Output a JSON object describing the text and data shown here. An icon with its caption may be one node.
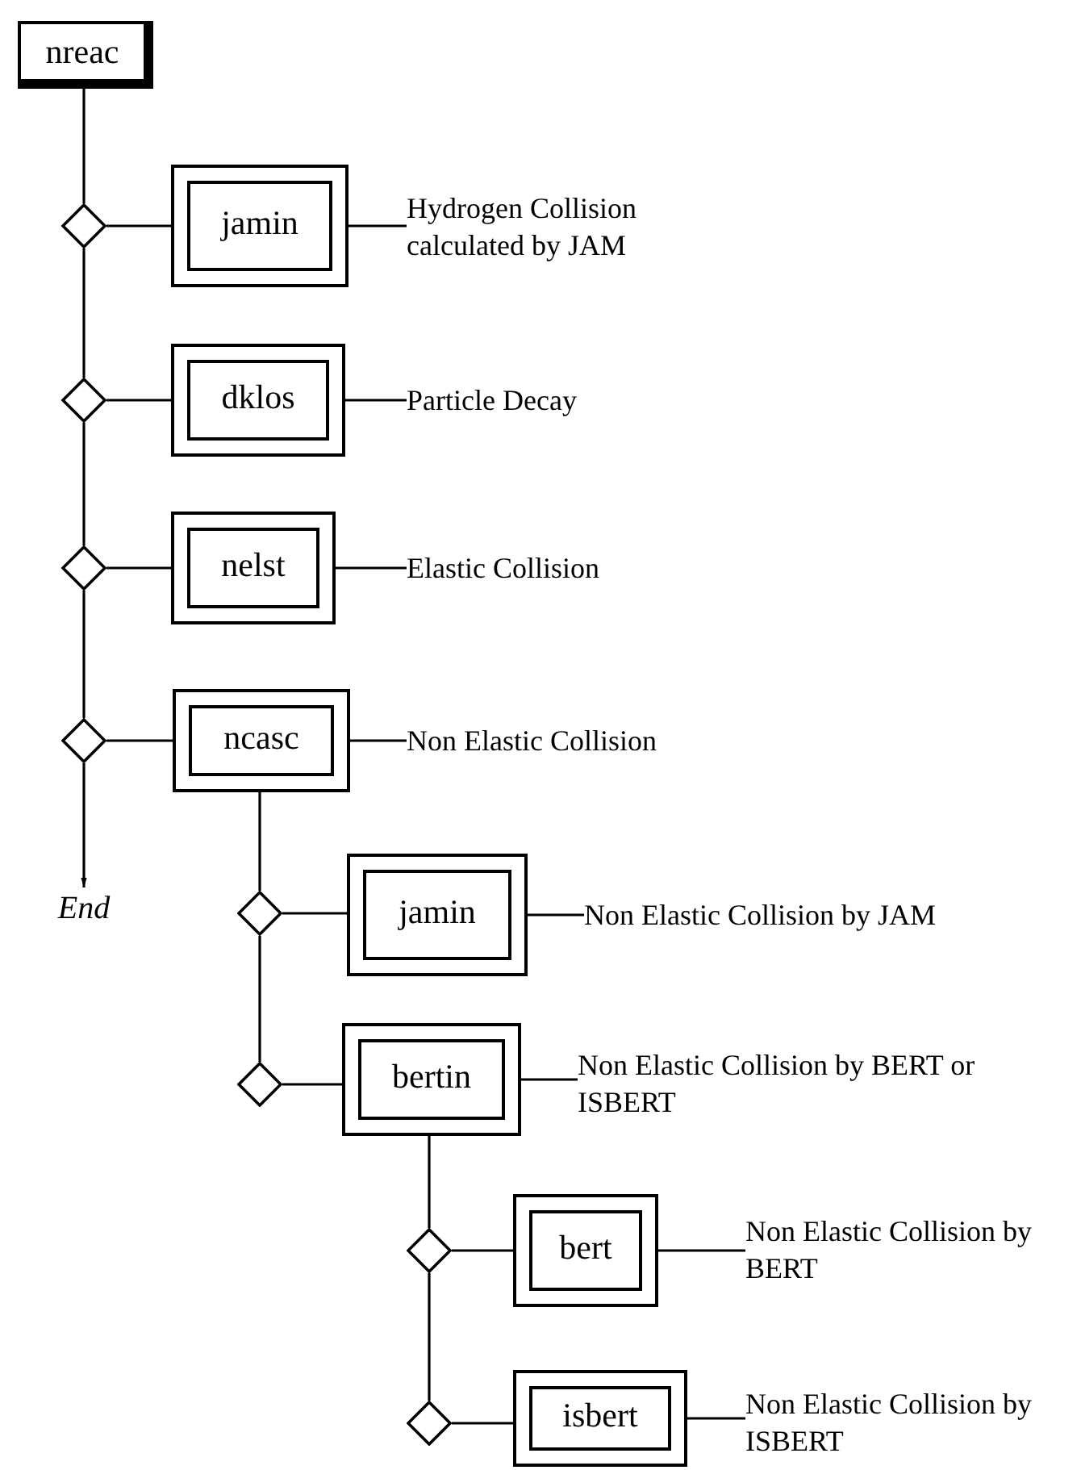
{
  "diagram": {
    "nodes": [
      {
        "text": [
          "nreac"
        ]
      },
      {
        "text": [],
        "shape": "diamond"
      },
      {
        "text": [
          "jamin"
        ]
      },
      {
        "text": [
          "Hydrogen Collision calculated by JAM"
        ]
      },
      {
        "text": [],
        "shape": "diamond"
      },
      {
        "text": [
          "dklos"
        ]
      },
      {
        "text": [
          "Particle Decay"
        ]
      },
      {
        "text": [],
        "shape": "diamond"
      },
      {
        "text": [
          "nelst"
        ]
      },
      {
        "text": [
          "Elastic Collision"
        ]
      },
      {
        "text": [],
        "shape": "diamond"
      },
      {
        "text": [
          "ncasc"
        ]
      },
      {
        "text": [
          "Non Elastic Collision"
        ]
      },
      {
        "text": [
          "End"
        ]
      },
      {
        "text": [],
        "shape": "diamond"
      },
      {
        "text": [
          "jamin"
        ]
      },
      {
        "text": [
          "Non Elastic Collision by JAM"
        ]
      },
      {
        "text": [],
        "shape": "diamond"
      },
      {
        "text": [
          "bertin"
        ]
      },
      {
        "text": [
          "Non Elastic Collision by BERT or ISBERT"
        ]
      },
      {
        "text": [],
        "shape": "diamond"
      },
      {
        "text": [
          "bert"
        ]
      },
      {
        "text": [
          "Non Elastic Collision by BERT"
        ]
      },
      {
        "text": [],
        "shape": "diamond"
      },
      {
        "text": [
          "isbert"
        ]
      },
      {
        "text": [
          "Non Elastic Collision by ISBERT"
        ]
      }
    ],
    "edges": [
      {
        "from": 0,
        "to": 1,
        "arrow": "none"
      },
      {
        "from": 1,
        "to": 2,
        "arrow": "none"
      },
      {
        "from": 2,
        "to": 3,
        "arrow": "none"
      },
      {
        "from": 1,
        "to": 4,
        "arrow": "none"
      },
      {
        "from": 4,
        "to": 5,
        "arrow": "none"
      },
      {
        "from": 5,
        "to": 6,
        "arrow": "none"
      },
      {
        "from": 4,
        "to": 7,
        "arrow": "none"
      },
      {
        "from": 7,
        "to": 8,
        "arrow": "none"
      },
      {
        "from": 8,
        "to": 9,
        "arrow": "none"
      },
      {
        "from": 7,
        "to": 10,
        "arrow": "none"
      },
      {
        "from": 10,
        "to": 11,
        "arrow": "none"
      },
      {
        "from": 11,
        "to": 12,
        "arrow": "none"
      },
      {
        "from": 10,
        "to": 13,
        "arrow": "to"
      },
      {
        "from": 11,
        "to": 14,
        "arrow": "none"
      },
      {
        "from": 14,
        "to": 15,
        "arrow": "none"
      },
      {
        "from": 15,
        "to": 16,
        "arrow": "none"
      },
      {
        "from": 14,
        "to": 17,
        "arrow": "none"
      },
      {
        "from": 17,
        "to": 18,
        "arrow": "none"
      },
      {
        "from": 18,
        "to": 19,
        "arrow": "none"
      },
      {
        "from": 18,
        "to": 20,
        "arrow": "none"
      },
      {
        "from": 20,
        "to": 21,
        "arrow": "none"
      },
      {
        "from": 21,
        "to": 22,
        "arrow": "none"
      },
      {
        "from": 20,
        "to": 23,
        "arrow": "none"
      },
      {
        "from": 23,
        "to": 24,
        "arrow": "none"
      },
      {
        "from": 24,
        "to": 25,
        "arrow": "none"
      }
    ]
  }
}
